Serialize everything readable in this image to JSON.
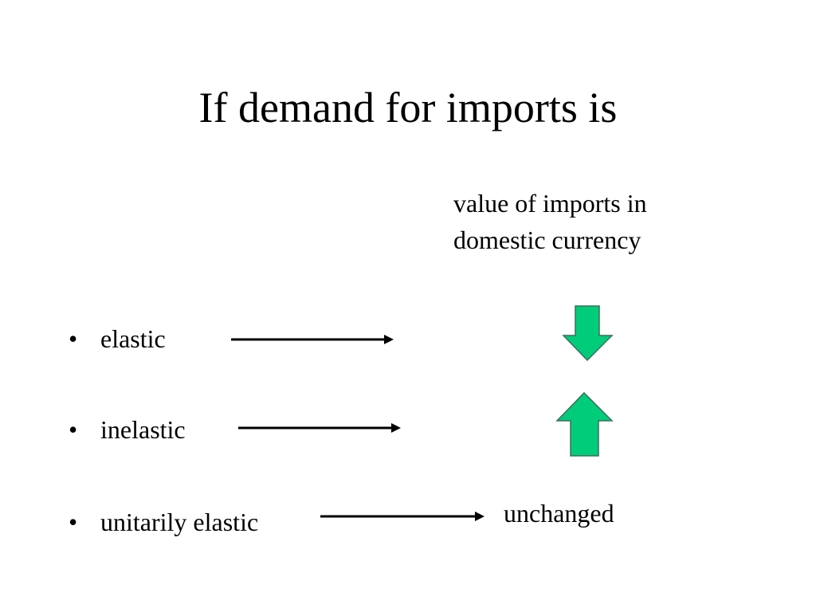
{
  "slide": {
    "title": "If demand for imports is",
    "column_header": {
      "line1": "value of imports in",
      "line2": "domestic currency"
    },
    "bullet_glyph": "•",
    "rows": [
      {
        "label": "elastic",
        "result": "down-arrow"
      },
      {
        "label": "inelastic",
        "result": "up-arrow"
      },
      {
        "label": "unitarily elastic",
        "result_text": "unchanged"
      }
    ]
  },
  "colors": {
    "text": "#000000",
    "arrow_fill": "#00cc7a",
    "arrow_stroke": "#3c6e5a",
    "background": "#ffffff"
  },
  "icons": [
    "right-arrow-icon",
    "down-arrow-icon",
    "up-arrow-icon"
  ]
}
